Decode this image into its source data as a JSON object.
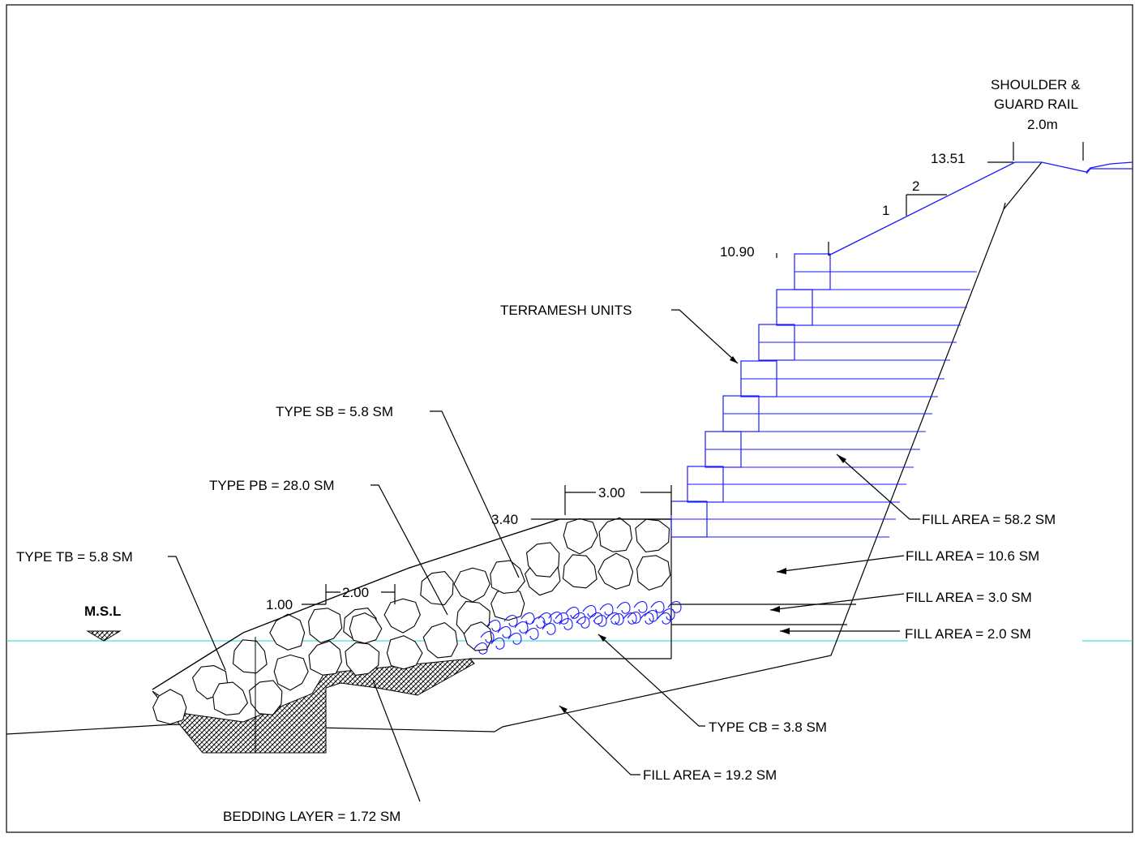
{
  "labels": {
    "shoulder_line1": "SHOULDER &",
    "shoulder_line2": "GUARD RAIL",
    "shoulder_width": "2.0m",
    "elev_top": "13.51",
    "slope_h": "2",
    "slope_v": "1",
    "elev_terramesh": "10.90",
    "terramesh": "TERRAMESH UNITS",
    "type_sb": "TYPE SB = 5.8 SM",
    "type_pb": "TYPE PB = 28.0 SM",
    "dim_top_width": "3.00",
    "elev_crest": "3.40",
    "type_tb": "TYPE TB = 5.8 SM",
    "dim_berm_width": "2.00",
    "elev_berm": "1.00",
    "msl": "M.S.L",
    "fill_58": "FILL AREA = 58.2 SM",
    "fill_106": "FILL AREA = 10.6 SM",
    "fill_30": "FILL AREA = 3.0 SM",
    "fill_20": "FILL AREA = 2.0 SM",
    "type_cb": "TYPE CB = 3.8 SM",
    "fill_192": "FILL AREA = 19.2 SM",
    "bedding": "BEDDING LAYER = 1.72 SM"
  },
  "colors": {
    "linework": "#000000",
    "terramesh": "#1a1aff",
    "msl_line": "#22d3d3",
    "hatch": "#000000"
  }
}
